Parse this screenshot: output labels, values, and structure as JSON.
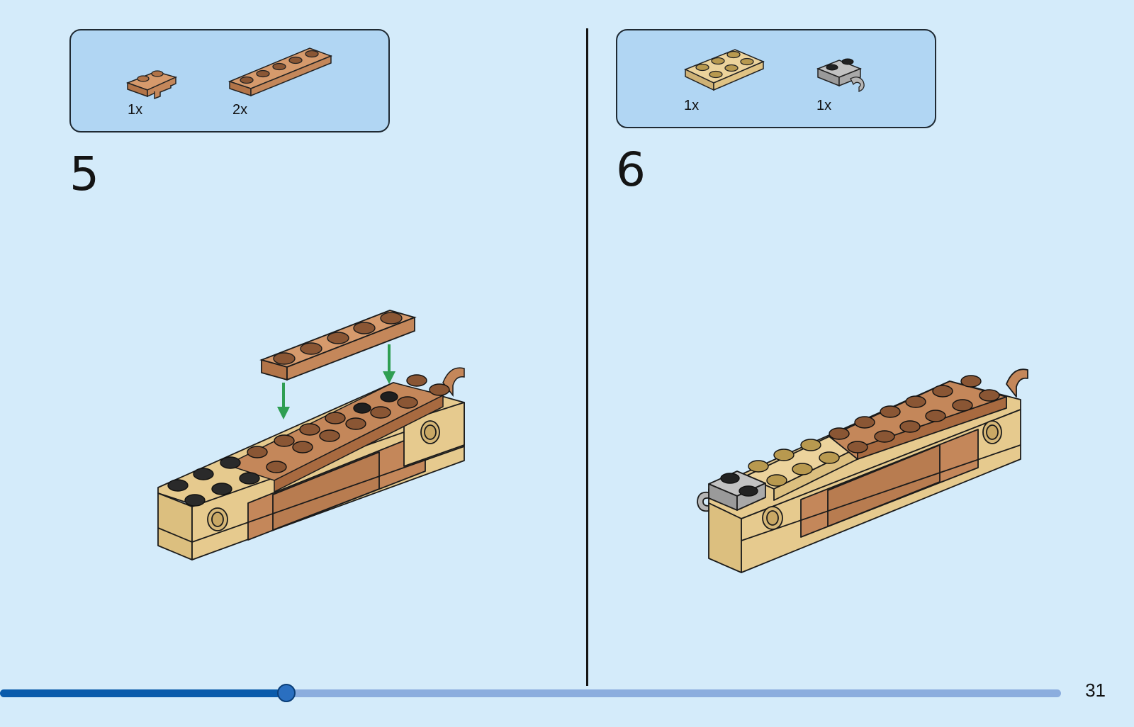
{
  "steps": [
    {
      "number": "5",
      "parts": [
        {
          "qty": "1x",
          "name": "plate-1x2-with-clip"
        },
        {
          "qty": "2x",
          "name": "plate-1x6"
        }
      ]
    },
    {
      "number": "6",
      "parts": [
        {
          "qty": "1x",
          "name": "plate-2x3"
        },
        {
          "qty": "1x",
          "name": "plate-with-clip-grey"
        }
      ]
    }
  ],
  "progress": {
    "fraction": 0.27
  },
  "page": {
    "number": "31"
  },
  "colors": {
    "background": "#d4ebfa",
    "parts_box": "#b1d6f3",
    "brown": "#c4875a",
    "tan": "#e6ca8e",
    "grey": "#a9a9a9",
    "arrow": "#2e9e52",
    "progress_fill": "#0a5bab",
    "progress_track": "#8badde"
  }
}
